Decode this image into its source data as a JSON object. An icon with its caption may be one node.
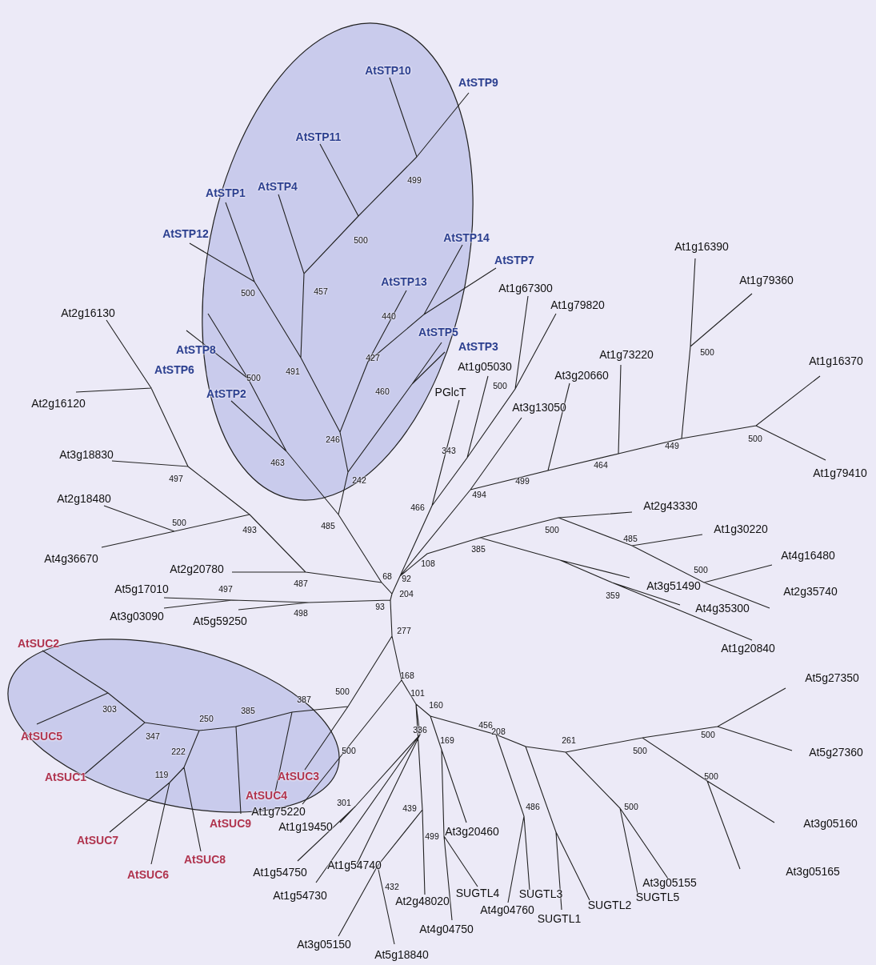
{
  "diagram": {
    "labels": [
      "AtSTP10",
      "AtSTP9",
      "AtSTP11",
      "499",
      "AtSTP4",
      "AtSTP1",
      "AtSTP12",
      "500",
      "AtSTP14",
      "At1g16390",
      "AtSTP7",
      "At1g67300",
      "At1g79360",
      "At1g79820",
      "AtSTP13",
      "500",
      "457",
      "440",
      "AtSTP8",
      "At2g16130",
      "500",
      "AtSTP5",
      "At1g73220",
      "AtSTP3",
      "At1g05030",
      "At1g16370",
      "491",
      "427",
      "At3g20660",
      "500",
      "AtSTP6",
      "500",
      "At2g16120",
      "AtSTP2",
      "460",
      "PGlcT",
      "At3g13050",
      "246",
      "343",
      "500",
      "449",
      "463",
      "At3g18830",
      "464",
      "At1g79410",
      "497",
      "242",
      "499",
      "494",
      "466",
      "At2g18480",
      "At2g43330",
      "500",
      "485",
      "493",
      "At1g30220",
      "500",
      "485",
      "385",
      "At4g36670",
      "At4g16480",
      "108",
      "500",
      "At2g20780",
      "487",
      "68",
      "92",
      "At5g17010",
      "497",
      "At3g51490",
      "At2g35740",
      "204",
      "359",
      "93",
      "At4g35300",
      "498",
      "At3g03090",
      "At5g59250",
      "277",
      "AtSUC2",
      "At1g20840",
      "168",
      "500",
      "At5g27350",
      "387",
      "101",
      "303",
      "385",
      "250",
      "160",
      "500",
      "336",
      "169",
      "500",
      "456",
      "208",
      "261",
      "347",
      "222",
      "AtSUC5",
      "At5g27360",
      "500",
      "AtSUC1",
      "119",
      "AtSUC3",
      "AtSUC4",
      "301",
      "439",
      "486",
      "500",
      "500",
      "At1g75220",
      "At1g19450",
      "AtSUC9",
      "At3g05160",
      "At3g20460",
      "499",
      "AtSUC7",
      "AtSUC8",
      "At1g54740",
      "AtSUC6",
      "At1g54750",
      "At3g05165",
      "432",
      "At3g05155",
      "SUGTL4",
      "SUGTL3",
      "SUGTL5",
      "At1g54730",
      "At2g48020",
      "SUGTL2",
      "At4g04760",
      "SUGTL1",
      "At4g04750",
      "At3g05150",
      "At5g18840"
    ]
  }
}
